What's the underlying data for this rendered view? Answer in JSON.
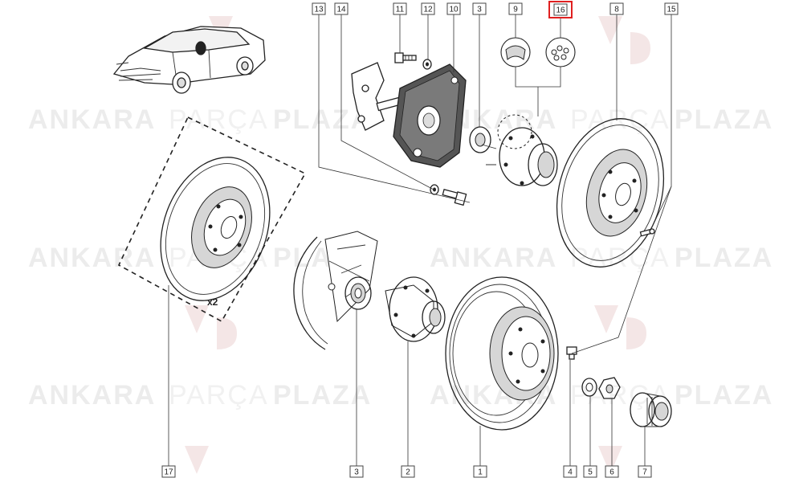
{
  "watermark": {
    "word1": "ANKARA",
    "word2": "PARÇA",
    "word3": "PLAZA"
  },
  "multiplier_label": "x2",
  "highlight_color": "#e02020",
  "callouts_top": [
    {
      "id": "c13",
      "label": "13"
    },
    {
      "id": "c14",
      "label": "14"
    },
    {
      "id": "c11",
      "label": "11"
    },
    {
      "id": "c12",
      "label": "12"
    },
    {
      "id": "c10",
      "label": "10"
    },
    {
      "id": "c3t",
      "label": "3"
    },
    {
      "id": "c9",
      "label": "9"
    },
    {
      "id": "c16",
      "label": "16",
      "highlighted": true
    },
    {
      "id": "c8",
      "label": "8"
    },
    {
      "id": "c15",
      "label": "15"
    }
  ],
  "callouts_bottom": [
    {
      "id": "c17",
      "label": "17"
    },
    {
      "id": "c3b",
      "label": "3"
    },
    {
      "id": "c2",
      "label": "2"
    },
    {
      "id": "c1",
      "label": "1"
    },
    {
      "id": "c4",
      "label": "4"
    },
    {
      "id": "c5",
      "label": "5"
    },
    {
      "id": "c6",
      "label": "6"
    },
    {
      "id": "c7",
      "label": "7"
    }
  ]
}
